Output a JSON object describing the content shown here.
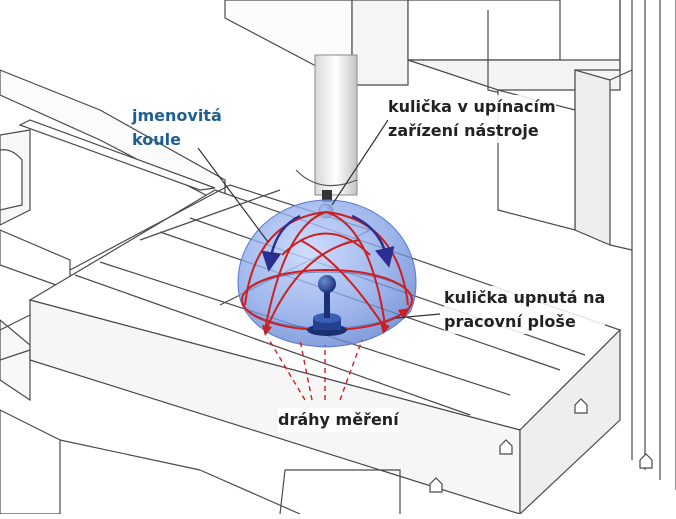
{
  "labels": {
    "nominal_sphere": [
      "jmenovitá",
      "koule"
    ],
    "tool_holder_ball": [
      "kulička v upínacím",
      "zařízení nástroje"
    ],
    "table_ball": [
      "kulička upnutá na",
      "pracovní ploše"
    ],
    "paths": "dráhy měření"
  },
  "colors": {
    "label_blue": "#1f5f8f",
    "label_dark": "#222222",
    "sphere_fill": "#7f9fe6",
    "path_red": "#cc1f1f",
    "arrow_navy": "#2b2f8f",
    "machine_line": "#4a4a4a"
  }
}
